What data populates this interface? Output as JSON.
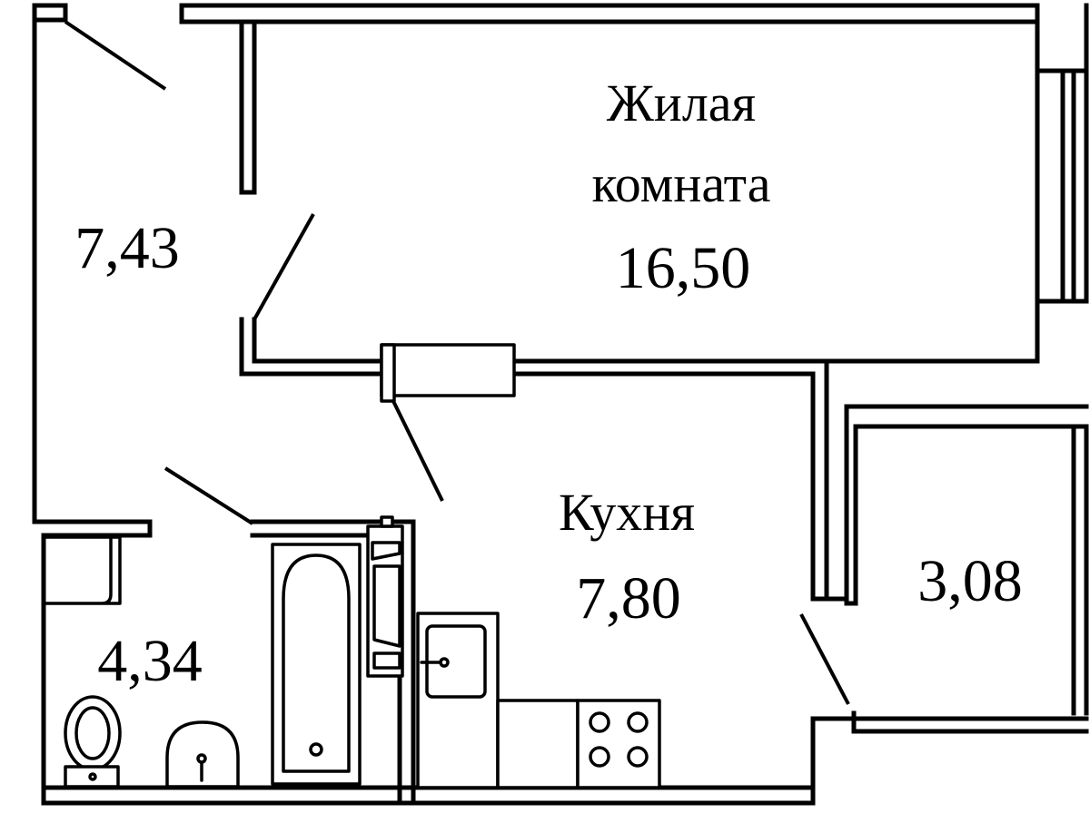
{
  "plan": {
    "rooms": [
      {
        "id": "living-room",
        "name_lines": [
          "Жилая",
          "комната"
        ],
        "area": "16,50"
      },
      {
        "id": "hallway",
        "name_lines": [],
        "area": "7,43"
      },
      {
        "id": "kitchen",
        "name_lines": [
          "Кухня"
        ],
        "area": "7,80"
      },
      {
        "id": "bathroom",
        "name_lines": [],
        "area": "4,34"
      },
      {
        "id": "balcony",
        "name_lines": [],
        "area": "3,08"
      }
    ]
  }
}
